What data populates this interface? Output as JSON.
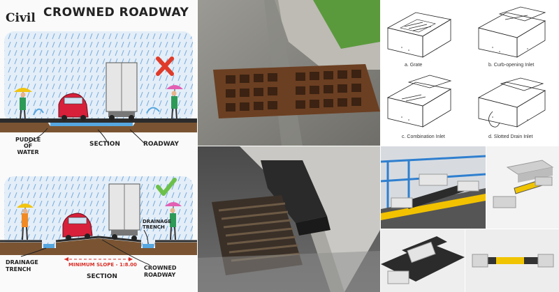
{
  "left_panel": {
    "logo_text": "Civil",
    "title": "CROWNED ROADWAY",
    "top": {
      "label_puddle": "PUDDLE\nOF\nWATER",
      "label_section": "SECTION",
      "label_roadway": "ROADWAY",
      "verdict": "wrong",
      "verdict_color": "#e03b2a"
    },
    "bottom": {
      "label_drainage_trench_left": "DRAINAGE\nTRENCH",
      "label_drainage_trench_right": "DRAINAGE\nTRENCH",
      "label_slope": "MINIMUM SLOPE - 1:8.00",
      "label_section": "SECTION",
      "label_crowned": "CROWNED\nROADWAY",
      "verdict": "correct",
      "verdict_color": "#6cc04a"
    }
  },
  "inlet_types": [
    {
      "label": "a.  Grate"
    },
    {
      "label": "b. Curb-opening Inlet"
    },
    {
      "label": "c. Combination Inlet"
    },
    {
      "label": "d. Slotted Drain Inlet"
    }
  ],
  "colors": {
    "rain": "#4a90d9",
    "car": "#d8203a",
    "ground": "#6b4a2b",
    "water": "#4aa3df",
    "slope_text": "#d9302a"
  }
}
